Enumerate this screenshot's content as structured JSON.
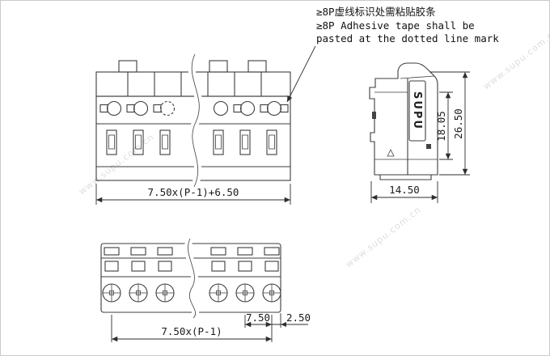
{
  "annotation": {
    "line1": "≥8P虚线标识处需粘贴胶条",
    "line2": "≥8P Adhesive tape shall be",
    "line3": "pasted at the dotted line mark"
  },
  "front_view": {
    "width_dim": "7.50x(P-1)+6.50"
  },
  "side_view": {
    "brand": "SUPU",
    "inner_height_dim": "18.05",
    "outer_height_dim": "26.50",
    "depth_dim": "14.50"
  },
  "bottom_view": {
    "width_dim": "7.50x(P-1)",
    "pitch_dim": "7.50",
    "edge_offset_dim": "2.50"
  },
  "watermark": "www.supu.com.cn",
  "colors": {
    "line": "#3d3d3d",
    "dimension": "#2e2e2e",
    "watermark": "#dedede",
    "background": "#ffffff"
  }
}
